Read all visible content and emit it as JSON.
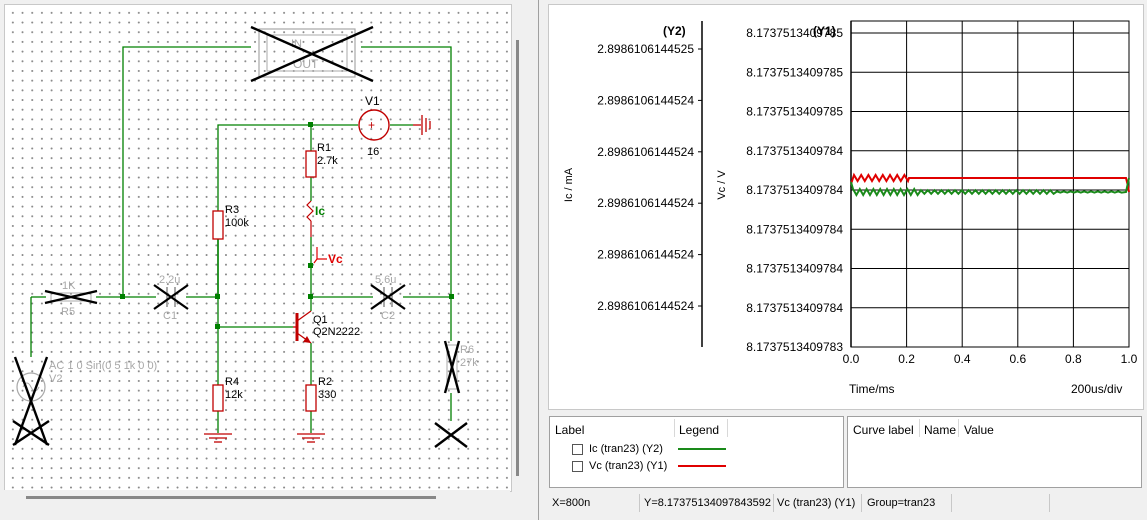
{
  "schematic": {
    "components": {
      "out_block": {
        "ref": "OUT",
        "top": "IN"
      },
      "v1": {
        "ref": "V1",
        "value": "16"
      },
      "r1": {
        "ref": "R1",
        "value": "2.7k"
      },
      "r2": {
        "ref": "R2",
        "value": "330"
      },
      "r3": {
        "ref": "R3",
        "value": "100k"
      },
      "r4": {
        "ref": "R4",
        "value": "12k"
      },
      "r5": {
        "ref": "R5",
        "value": "1K"
      },
      "r6": {
        "ref": "R6",
        "value": "27k"
      },
      "c1": {
        "ref": "C1",
        "value": "2.2u"
      },
      "c2": {
        "ref": "C2",
        "value": "5.6u"
      },
      "q1": {
        "ref": "Q1",
        "value": "Q2N2222"
      },
      "v2": {
        "ref": "V2",
        "value": "AC 1 0 Sin(0 5 1k 0 0)"
      }
    },
    "probes": {
      "ic": "Ic",
      "vc": "Vc"
    },
    "colors": {
      "wire": "#008000",
      "part": "#c00000",
      "disabled": "#a8a8a8",
      "probe_ic": "#008000",
      "probe_vc": "#e00000"
    }
  },
  "chart_data": {
    "type": "line",
    "y2_header": "(Y2)",
    "y1_header": "(Y1)",
    "y2_label": "Ic / mA",
    "y1_label": "Vc / V",
    "xlabel": "Time/ms",
    "x_div_label": "200us/div",
    "x_ticks": [
      "0.0",
      "0.2",
      "0.4",
      "0.6",
      "0.8",
      "1.0"
    ],
    "xlim": [
      0,
      1.0
    ],
    "y2_ticks": [
      "2.8986106144525",
      "2.8986106144524",
      "2.8986106144524",
      "2.8986106144524",
      "2.8986106144524",
      "2.8986106144524"
    ],
    "y1_ticks": [
      "8.1737513409785",
      "8.1737513409785",
      "8.1737513409785",
      "8.1737513409784",
      "8.1737513409784",
      "8.1737513409784",
      "8.1737513409784",
      "8.1737513409784",
      "8.1737513409783"
    ],
    "series": [
      {
        "name": "Ic (tran23) (Y2)",
        "color": "#1a8a1a",
        "axis": "Y2"
      },
      {
        "name": "Vc (tran23) (Y1)",
        "color": "#e00000",
        "axis": "Y1"
      }
    ],
    "grid": true
  },
  "legend_panel": {
    "col_label": "Label",
    "col_legend": "Legend",
    "rows": [
      {
        "label": "Ic (tran23) (Y2)",
        "color": "#1a8a1a"
      },
      {
        "label": "Vc (tran23) (Y1)",
        "color": "#e00000"
      }
    ]
  },
  "curve_panel": {
    "col_curve_label": "Curve label",
    "col_name": "Name",
    "col_value": "Value"
  },
  "status": {
    "x": "X=800n",
    "y": "Y=8.17375134097843592",
    "curve": "Vc (tran23) (Y1)",
    "group": "Group=tran23"
  }
}
